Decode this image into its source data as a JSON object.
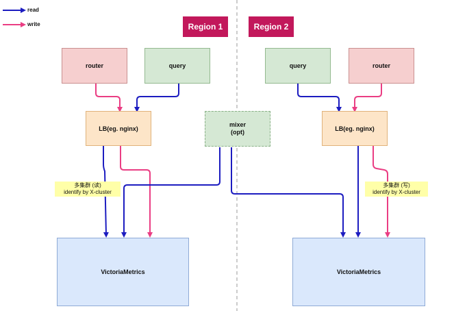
{
  "legend": {
    "read_label": "read",
    "write_label": "write"
  },
  "colors": {
    "read": "#1c1cc0",
    "write": "#ea3d83",
    "region_badge": "#c2185b"
  },
  "regions": {
    "region1": {
      "label": "Region 1"
    },
    "region2": {
      "label": "Region 2"
    }
  },
  "nodes": {
    "r1_router": "router",
    "r1_query": "query",
    "r1_lb": "LB(eg. nginx)",
    "r1_vm": "VictoriaMetrics",
    "mixer_line1": "mixer",
    "mixer_line2": "(opt)",
    "r2_query": "query",
    "r2_router": "router",
    "r2_lb": "LB(eg. nginx)",
    "r2_vm": "VictoriaMetrics"
  },
  "notes": {
    "r1_line1": "多集群 (读)",
    "r1_line2": "identify by X-cluster",
    "r2_line1": "多集群 (写)",
    "r2_line2": "identify by X-cluster"
  }
}
